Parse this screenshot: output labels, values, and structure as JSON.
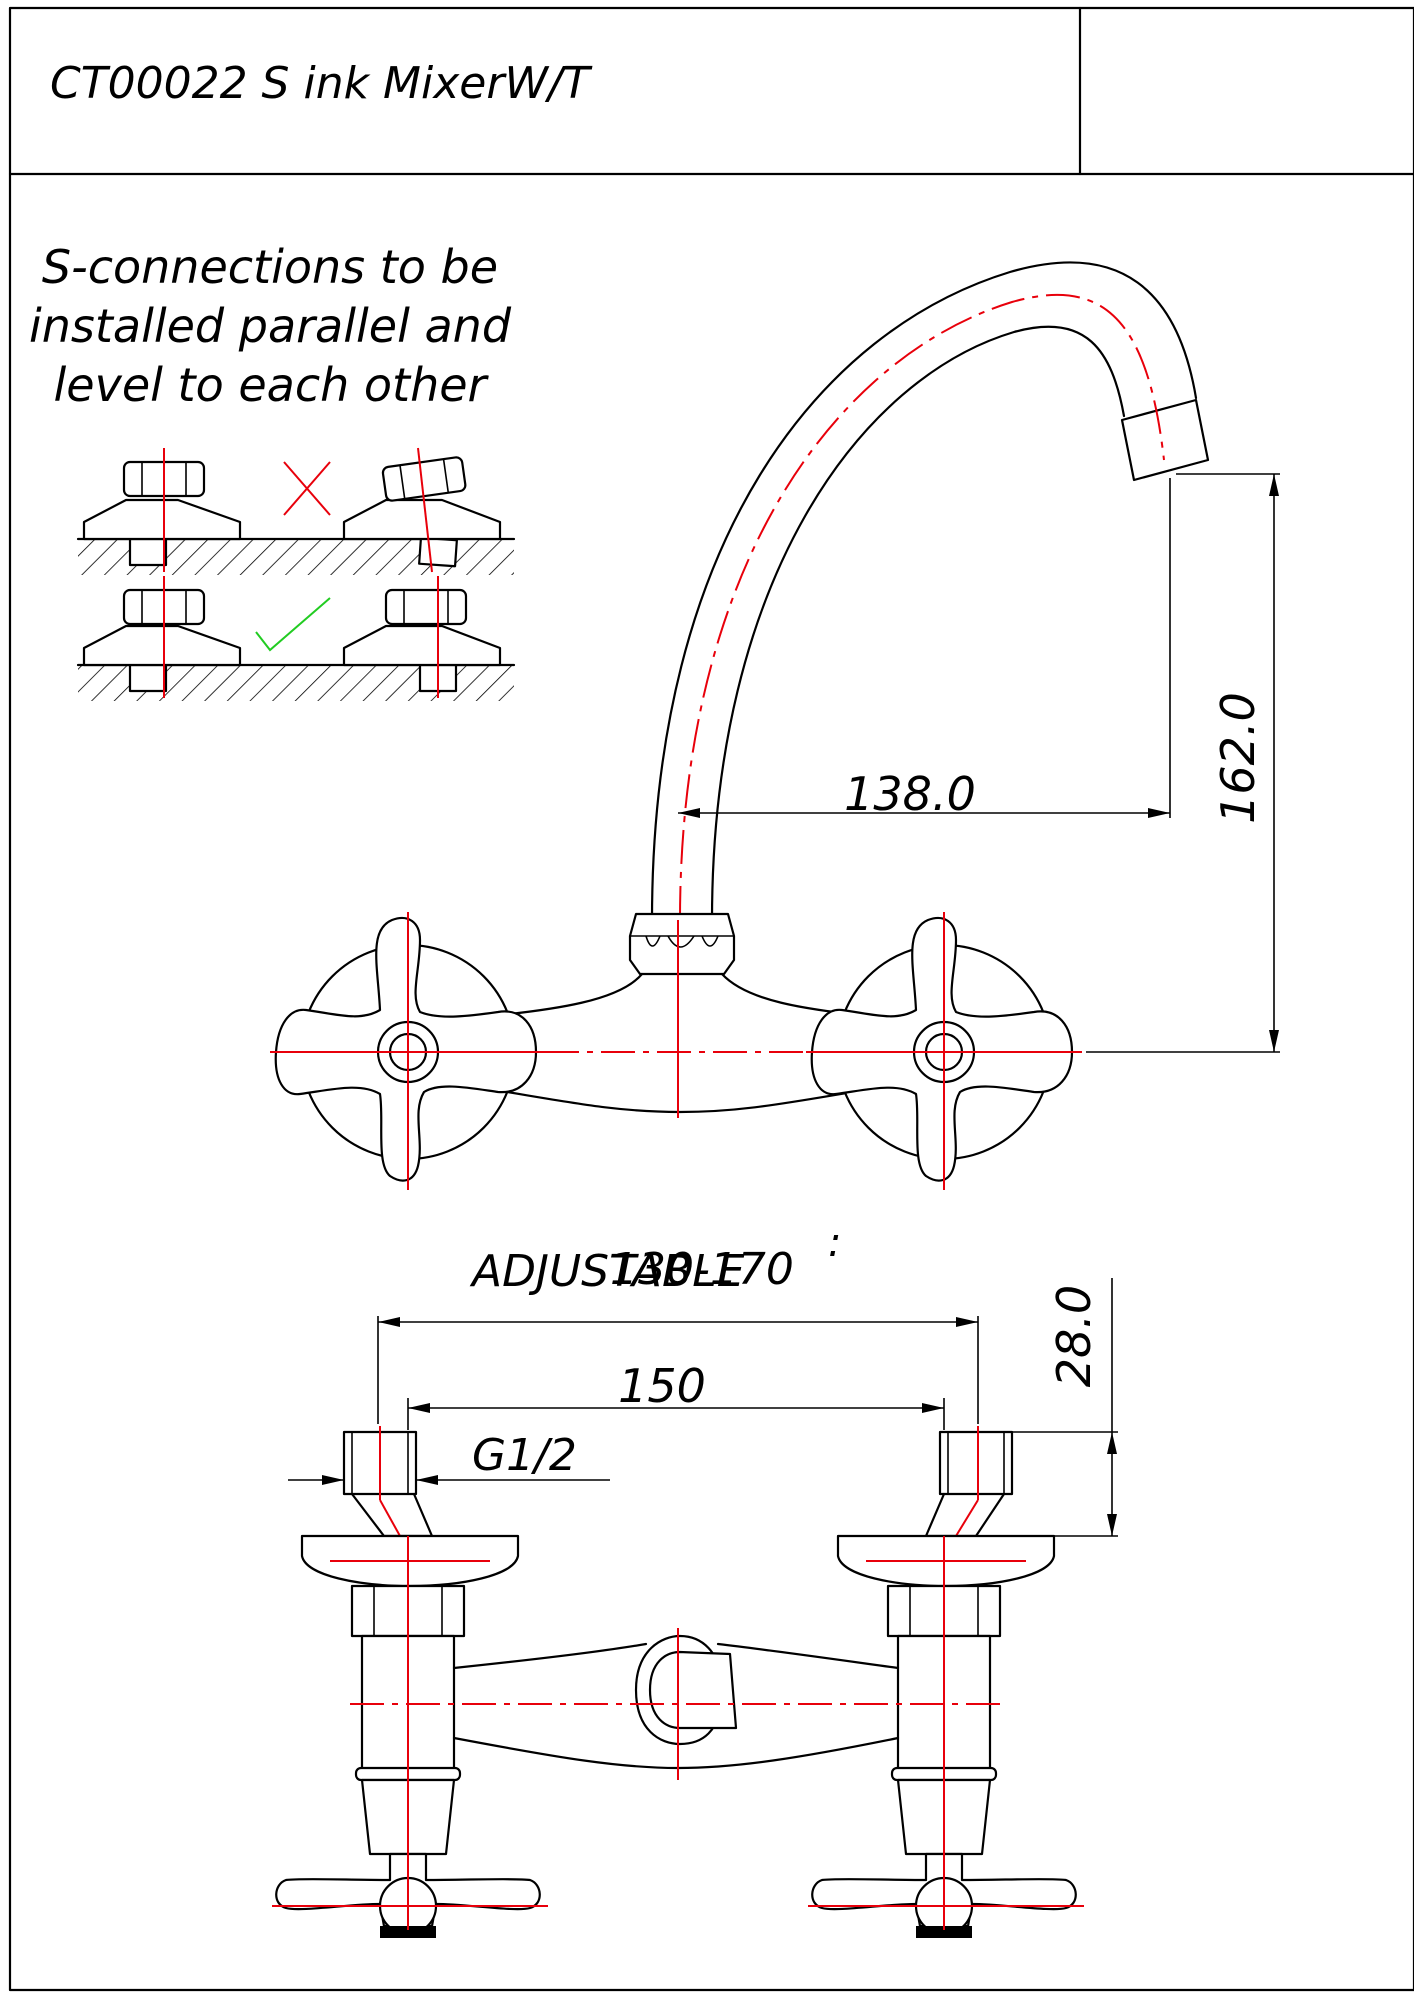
{
  "title_block": {
    "title": "CT00022 S  ink MixerW/T",
    "right_cell": ""
  },
  "note": {
    "lines": [
      "S-connections to be",
      "installed parallel and",
      "level to each other"
    ]
  },
  "install_examples": [
    {
      "row": "top",
      "mark": "cross-mark-icon",
      "mark_color": "#e8000b"
    },
    {
      "row": "bottom",
      "mark": "check-mark-icon",
      "mark_color": "#22cc22"
    }
  ],
  "dimensions": {
    "spout_reach": "138.0",
    "spout_height": "162.0",
    "adjustable_label": "ADJUSTABLE",
    "adjustable_range": "130-170",
    "stray_mark": ":",
    "centers": "150",
    "thread": "G1/2",
    "inlet_height": "28.0"
  },
  "colors": {
    "outline": "#000000",
    "centerline": "#e8000b",
    "correct_mark": "#22cc22",
    "wrong_mark": "#e8000b"
  }
}
